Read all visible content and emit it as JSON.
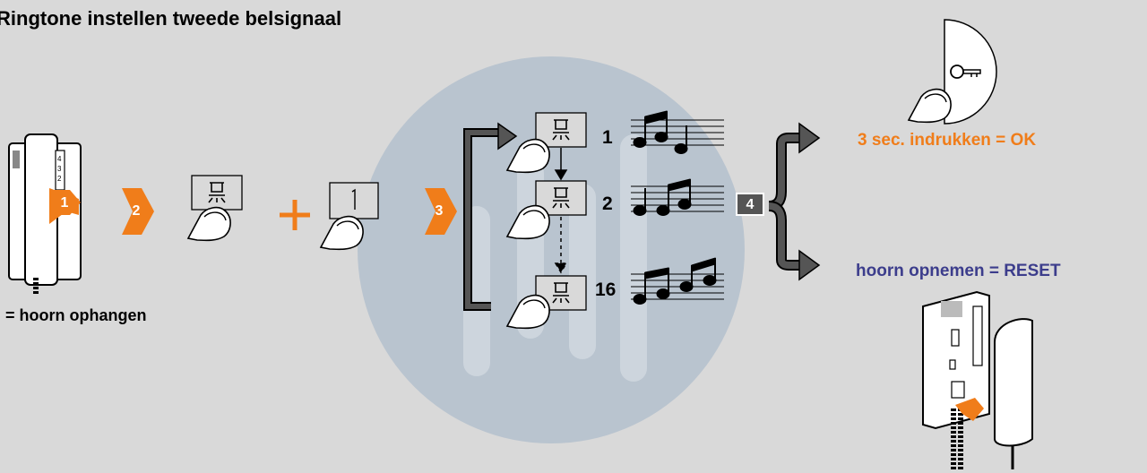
{
  "title": "Ringtone instellen tweede belsignaal",
  "hang_up_caption": "= hoorn ophangen",
  "ok_caption": "3 sec. indrukken = OK",
  "reset_caption": "hoorn opnemen = RESET",
  "steps": [
    "1",
    "2",
    "3",
    "4"
  ],
  "button_digit": "1",
  "melodies": [
    "1",
    "2",
    "16"
  ],
  "colors": {
    "accent_orange": "#f07d1a",
    "reset_blue": "#3c3d8c",
    "watermark": "#b9c4cf",
    "background": "#d9d9d9"
  },
  "icons": [
    "intercom-handset-icon",
    "bell-button-icon",
    "key-button-icon",
    "finger-press-icon",
    "music-notes-icon"
  ]
}
